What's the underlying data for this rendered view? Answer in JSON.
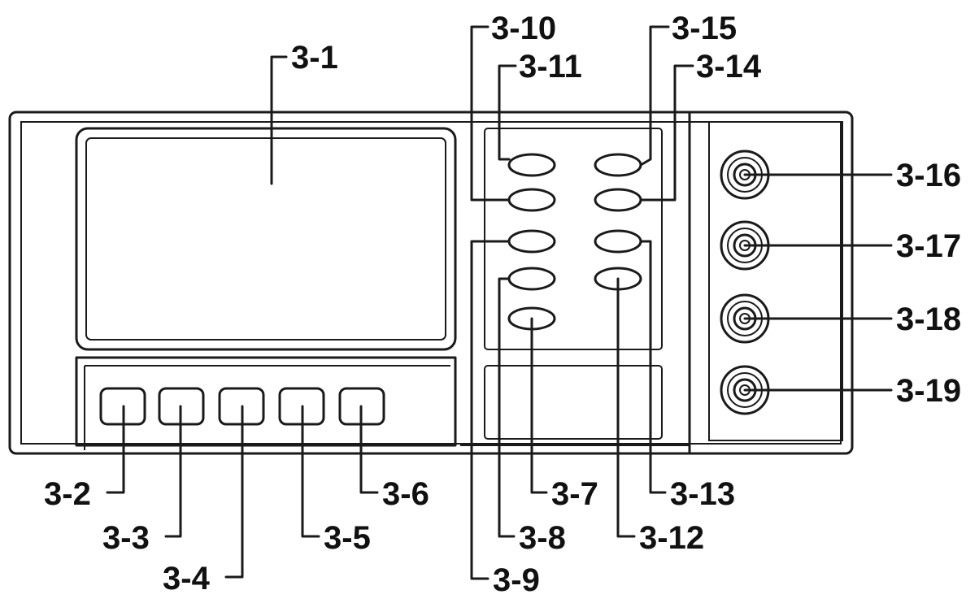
{
  "labels": {
    "l3_1": "3-1",
    "l3_2": "3-2",
    "l3_3": "3-3",
    "l3_4": "3-4",
    "l3_5": "3-5",
    "l3_6": "3-6",
    "l3_7": "3-7",
    "l3_8": "3-8",
    "l3_9": "3-9",
    "l3_10": "3-10",
    "l3_11": "3-11",
    "l3_12": "3-12",
    "l3_13": "3-13",
    "l3_14": "3-14",
    "l3_15": "3-15",
    "l3_16": "3-16",
    "l3_17": "3-17",
    "l3_18": "3-18",
    "l3_19": "3-19"
  }
}
